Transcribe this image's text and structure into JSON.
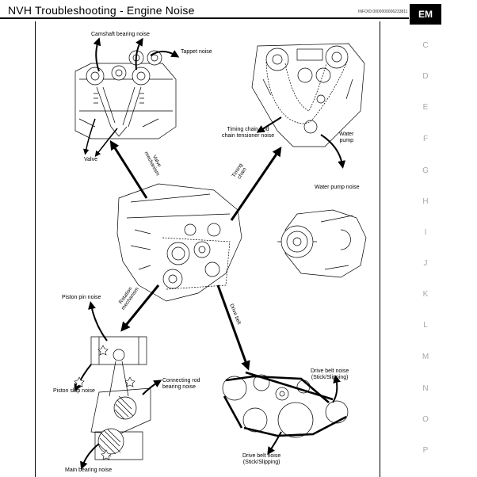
{
  "header": {
    "title": "NVH  Troubleshooting  -  Engine  Noise",
    "info_id": "INFOID:0000000006233811"
  },
  "sidebar": {
    "active_tab": "EM",
    "letters": [
      "C",
      "D",
      "E",
      "F",
      "G",
      "H",
      "I",
      "J",
      "K",
      "L",
      "M",
      "N",
      "O",
      "P"
    ]
  },
  "diagram": {
    "labels": {
      "camshaft": "Camshaft bearing noise",
      "tappet": "Tappet noise",
      "valve": "Valve",
      "valve_mechanism": "Valve\nmechanism",
      "timing_chain": "Timing chain and\nchain tensioner noise",
      "timing": "Timing\nchain",
      "water_pump": "Water\npump",
      "water_pump_noise": "Water pump noise",
      "rotation": "Rotation\nmechanism",
      "piston_pin": "Piston pin noise",
      "piston_slap": "Piston slap noise",
      "connecting_rod": "Connecting rod\nbearing noise",
      "main_bearing": "Main bearing noise",
      "drive_belt": "Drive belt",
      "belt_noise_1": "Drive belt noise\n(Stick/Slipping)",
      "belt_noise_2": "Drive belt noise\n(Stick/Slipping)"
    }
  }
}
